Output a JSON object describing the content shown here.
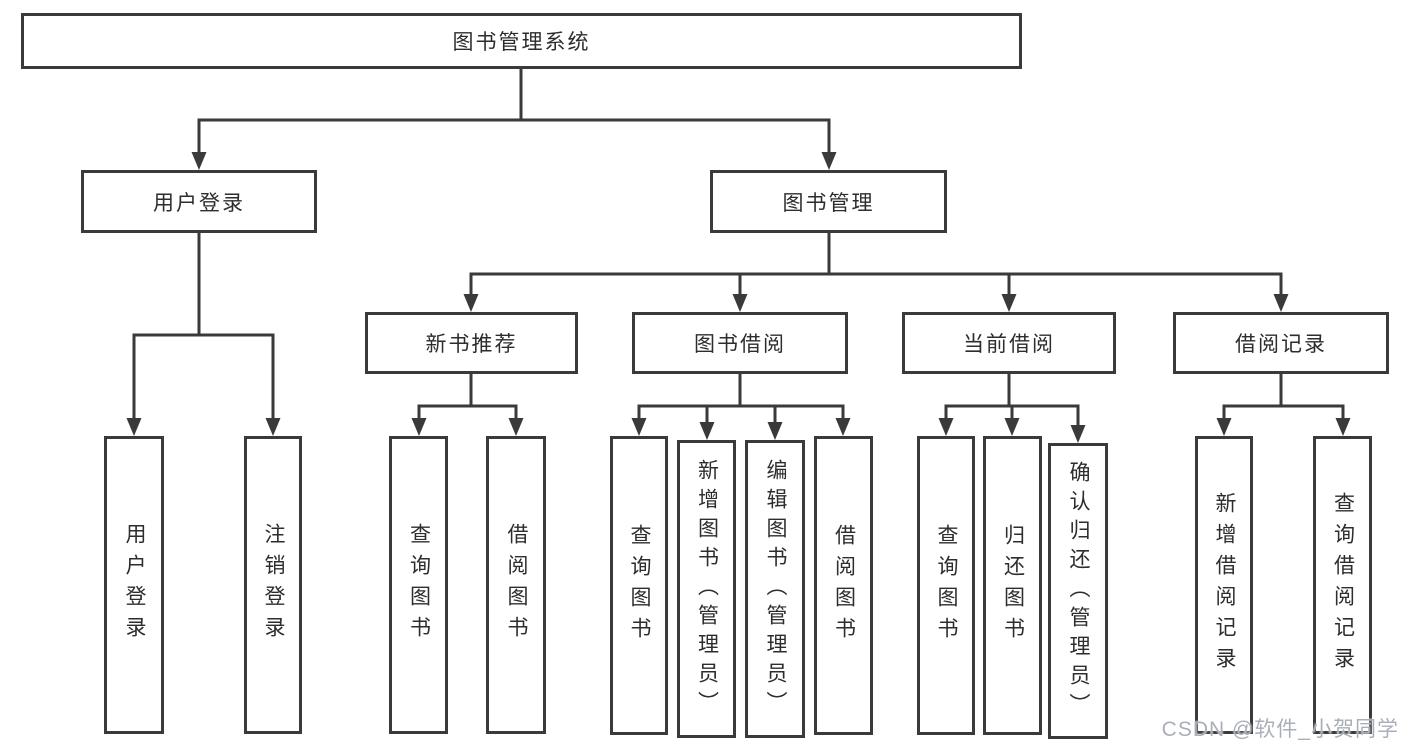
{
  "diagram": {
    "root": {
      "label": "图书管理系统"
    },
    "branches": [
      {
        "label": "用户登录",
        "children": [
          {
            "label": "用户登录"
          },
          {
            "label": "注销登录"
          }
        ]
      },
      {
        "label": "图书管理",
        "children": [
          {
            "label": "新书推荐",
            "children": [
              {
                "label": "查询图书"
              },
              {
                "label": "借阅图书"
              }
            ]
          },
          {
            "label": "图书借阅",
            "children": [
              {
                "label": "查询图书"
              },
              {
                "label": "新增图书（管理员）"
              },
              {
                "label": "编辑图书（管理员）"
              },
              {
                "label": "借阅图书"
              }
            ]
          },
          {
            "label": "当前借阅",
            "children": [
              {
                "label": "查询图书"
              },
              {
                "label": "归还图书"
              },
              {
                "label": "确认归还（管理员）"
              }
            ]
          },
          {
            "label": "借阅记录",
            "children": [
              {
                "label": "新增借阅记录"
              },
              {
                "label": "查询借阅记录"
              }
            ]
          }
        ]
      }
    ]
  },
  "watermark": {
    "text": "CSDN @软件_小贺同学"
  },
  "colors": {
    "line": "#3a3a3a",
    "text": "#2d2d2d",
    "watermark": "#a9afb8",
    "background": "#ffffff"
  }
}
